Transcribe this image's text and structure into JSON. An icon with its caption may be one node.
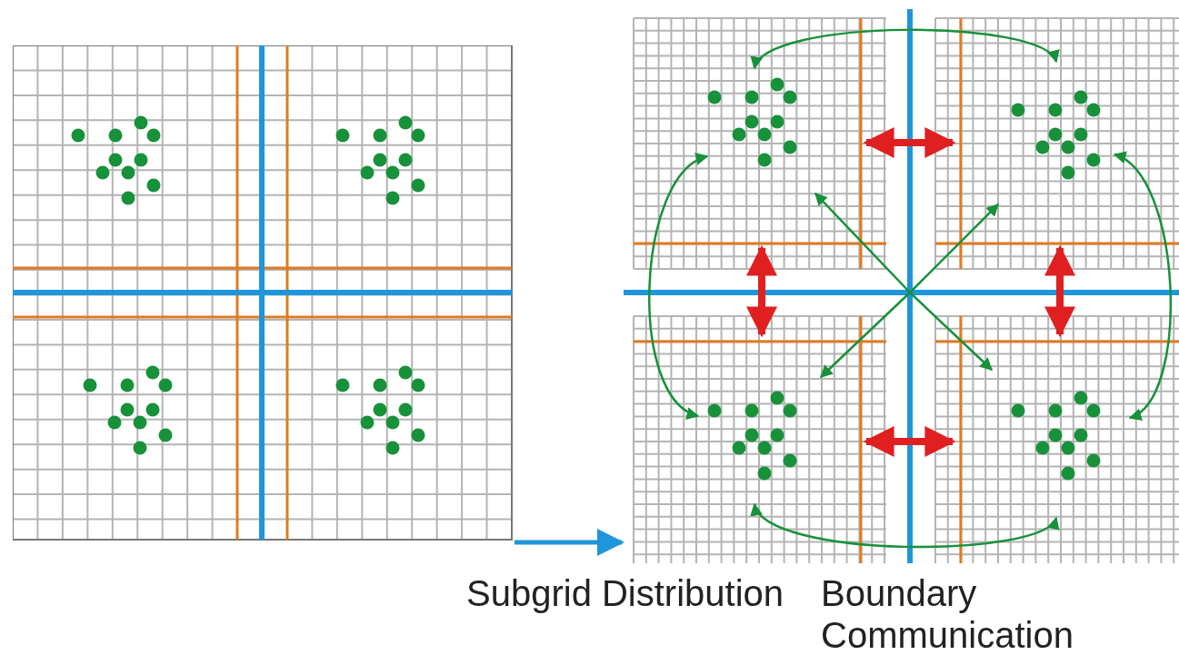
{
  "diagram": {
    "nodes": [
      {
        "text": [],
        "shape": "picture"
      },
      {
        "text": [],
        "shape": "picture"
      }
    ],
    "edges": [
      {
        "from": 0,
        "to": 1,
        "arrow": "to",
        "color": "#1e96dc"
      }
    ],
    "labels": [
      "Subgrid Distribution",
      "Boundary Communication"
    ]
  }
}
